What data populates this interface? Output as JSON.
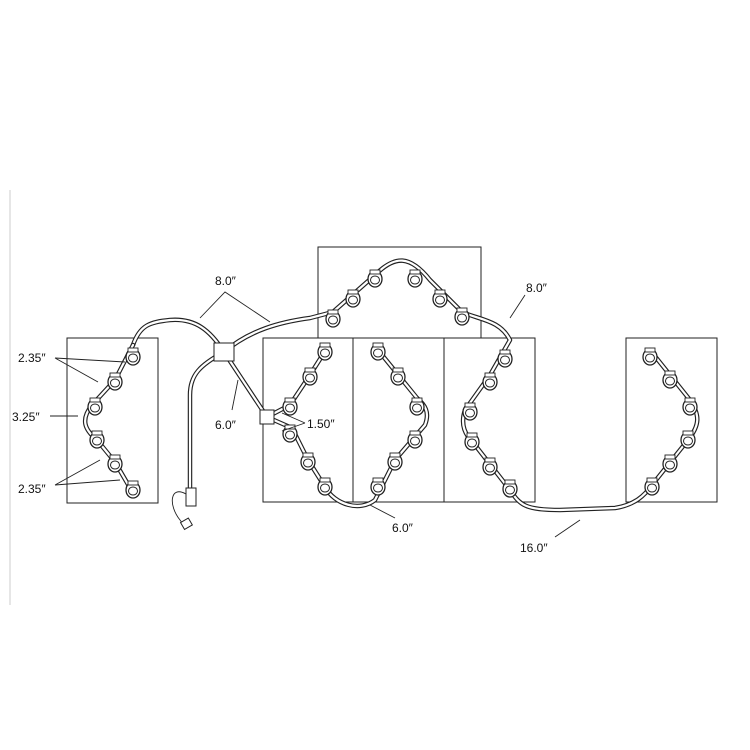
{
  "labels": {
    "top_left_length": "8.0″",
    "spacing_upper": "2.35″",
    "bend_length": "3.25″",
    "spacing_lower": "2.35″",
    "branch_length": "6.0″",
    "tee_offset": "1.50″",
    "top_right_length": "8.0″",
    "bottom_link_length": "6.0″",
    "long_link_length": "16.0″"
  }
}
